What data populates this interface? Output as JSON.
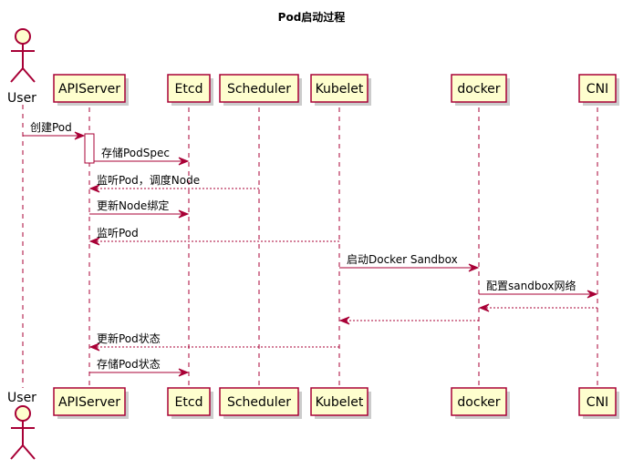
{
  "title": "Pod启动过程",
  "participants": [
    {
      "id": "user",
      "label": "User",
      "kind": "actor"
    },
    {
      "id": "apiserver",
      "label": "APIServer",
      "kind": "participant"
    },
    {
      "id": "etcd",
      "label": "Etcd",
      "kind": "participant"
    },
    {
      "id": "scheduler",
      "label": "Scheduler",
      "kind": "participant"
    },
    {
      "id": "kubelet",
      "label": "Kubelet",
      "kind": "participant"
    },
    {
      "id": "docker",
      "label": "docker",
      "kind": "participant"
    },
    {
      "id": "cni",
      "label": "CNI",
      "kind": "participant"
    }
  ],
  "messages": [
    {
      "from": "user",
      "to": "apiserver",
      "label": "创建Pod",
      "style": "solid"
    },
    {
      "from": "apiserver",
      "to": "etcd",
      "label": "存储PodSpec",
      "style": "solid"
    },
    {
      "from": "scheduler",
      "to": "apiserver",
      "label": "监听Pod，调度Node",
      "style": "dashed"
    },
    {
      "from": "apiserver",
      "to": "etcd",
      "label": "更新Node绑定",
      "style": "solid"
    },
    {
      "from": "kubelet",
      "to": "apiserver",
      "label": "监听Pod",
      "style": "dashed"
    },
    {
      "from": "kubelet",
      "to": "docker",
      "label": "启动Docker Sandbox",
      "style": "solid"
    },
    {
      "from": "docker",
      "to": "cni",
      "label": "配置sandbox网络",
      "style": "solid"
    },
    {
      "from": "cni",
      "to": "docker",
      "label": "",
      "style": "dashed"
    },
    {
      "from": "docker",
      "to": "kubelet",
      "label": "",
      "style": "dashed"
    },
    {
      "from": "kubelet",
      "to": "apiserver",
      "label": "更新Pod状态",
      "style": "dashed"
    },
    {
      "from": "apiserver",
      "to": "etcd",
      "label": "存储Pod状态",
      "style": "solid"
    }
  ],
  "activations": [
    {
      "participant": "apiserver",
      "from_message": 0,
      "to_message": 1
    }
  ],
  "colors": {
    "line": "#A80036",
    "participant_fill": "#FEFECE",
    "shadow": "#CCCCCC",
    "background": "#FFFFFF"
  }
}
